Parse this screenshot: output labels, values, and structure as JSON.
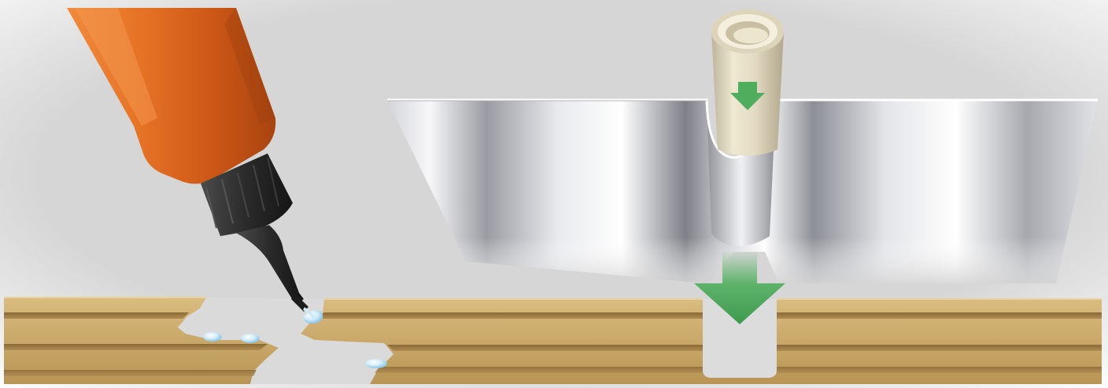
{
  "scene": {
    "kind": "illustration",
    "panels": [
      {
        "id": "glue-repair",
        "objects": [
          "glue-bottle",
          "nozzle",
          "glue-droplets",
          "cracked-laminate-board"
        ]
      },
      {
        "id": "tube-insert",
        "objects": [
          "tube",
          "metal-funnel-guide",
          "hole-in-board"
        ]
      }
    ]
  },
  "icons": {
    "tube_arrow": "arrow-down-icon",
    "hole_arrow": "arrow-down-icon"
  },
  "colors": {
    "background": "#d6d6d6",
    "vignette": "#ffffff",
    "bottle_orange": "#e06b23",
    "cap_black": "#2e2e2e",
    "board_tan": "#c9a869",
    "board_groove": "#9d7d45",
    "metal_light": "#f4f4f6",
    "metal_dark": "#8e9096",
    "tube_cream": "#e7e0c8",
    "arrow_green": "#4fae5e",
    "glue_blue": "#bfe3f3"
  }
}
